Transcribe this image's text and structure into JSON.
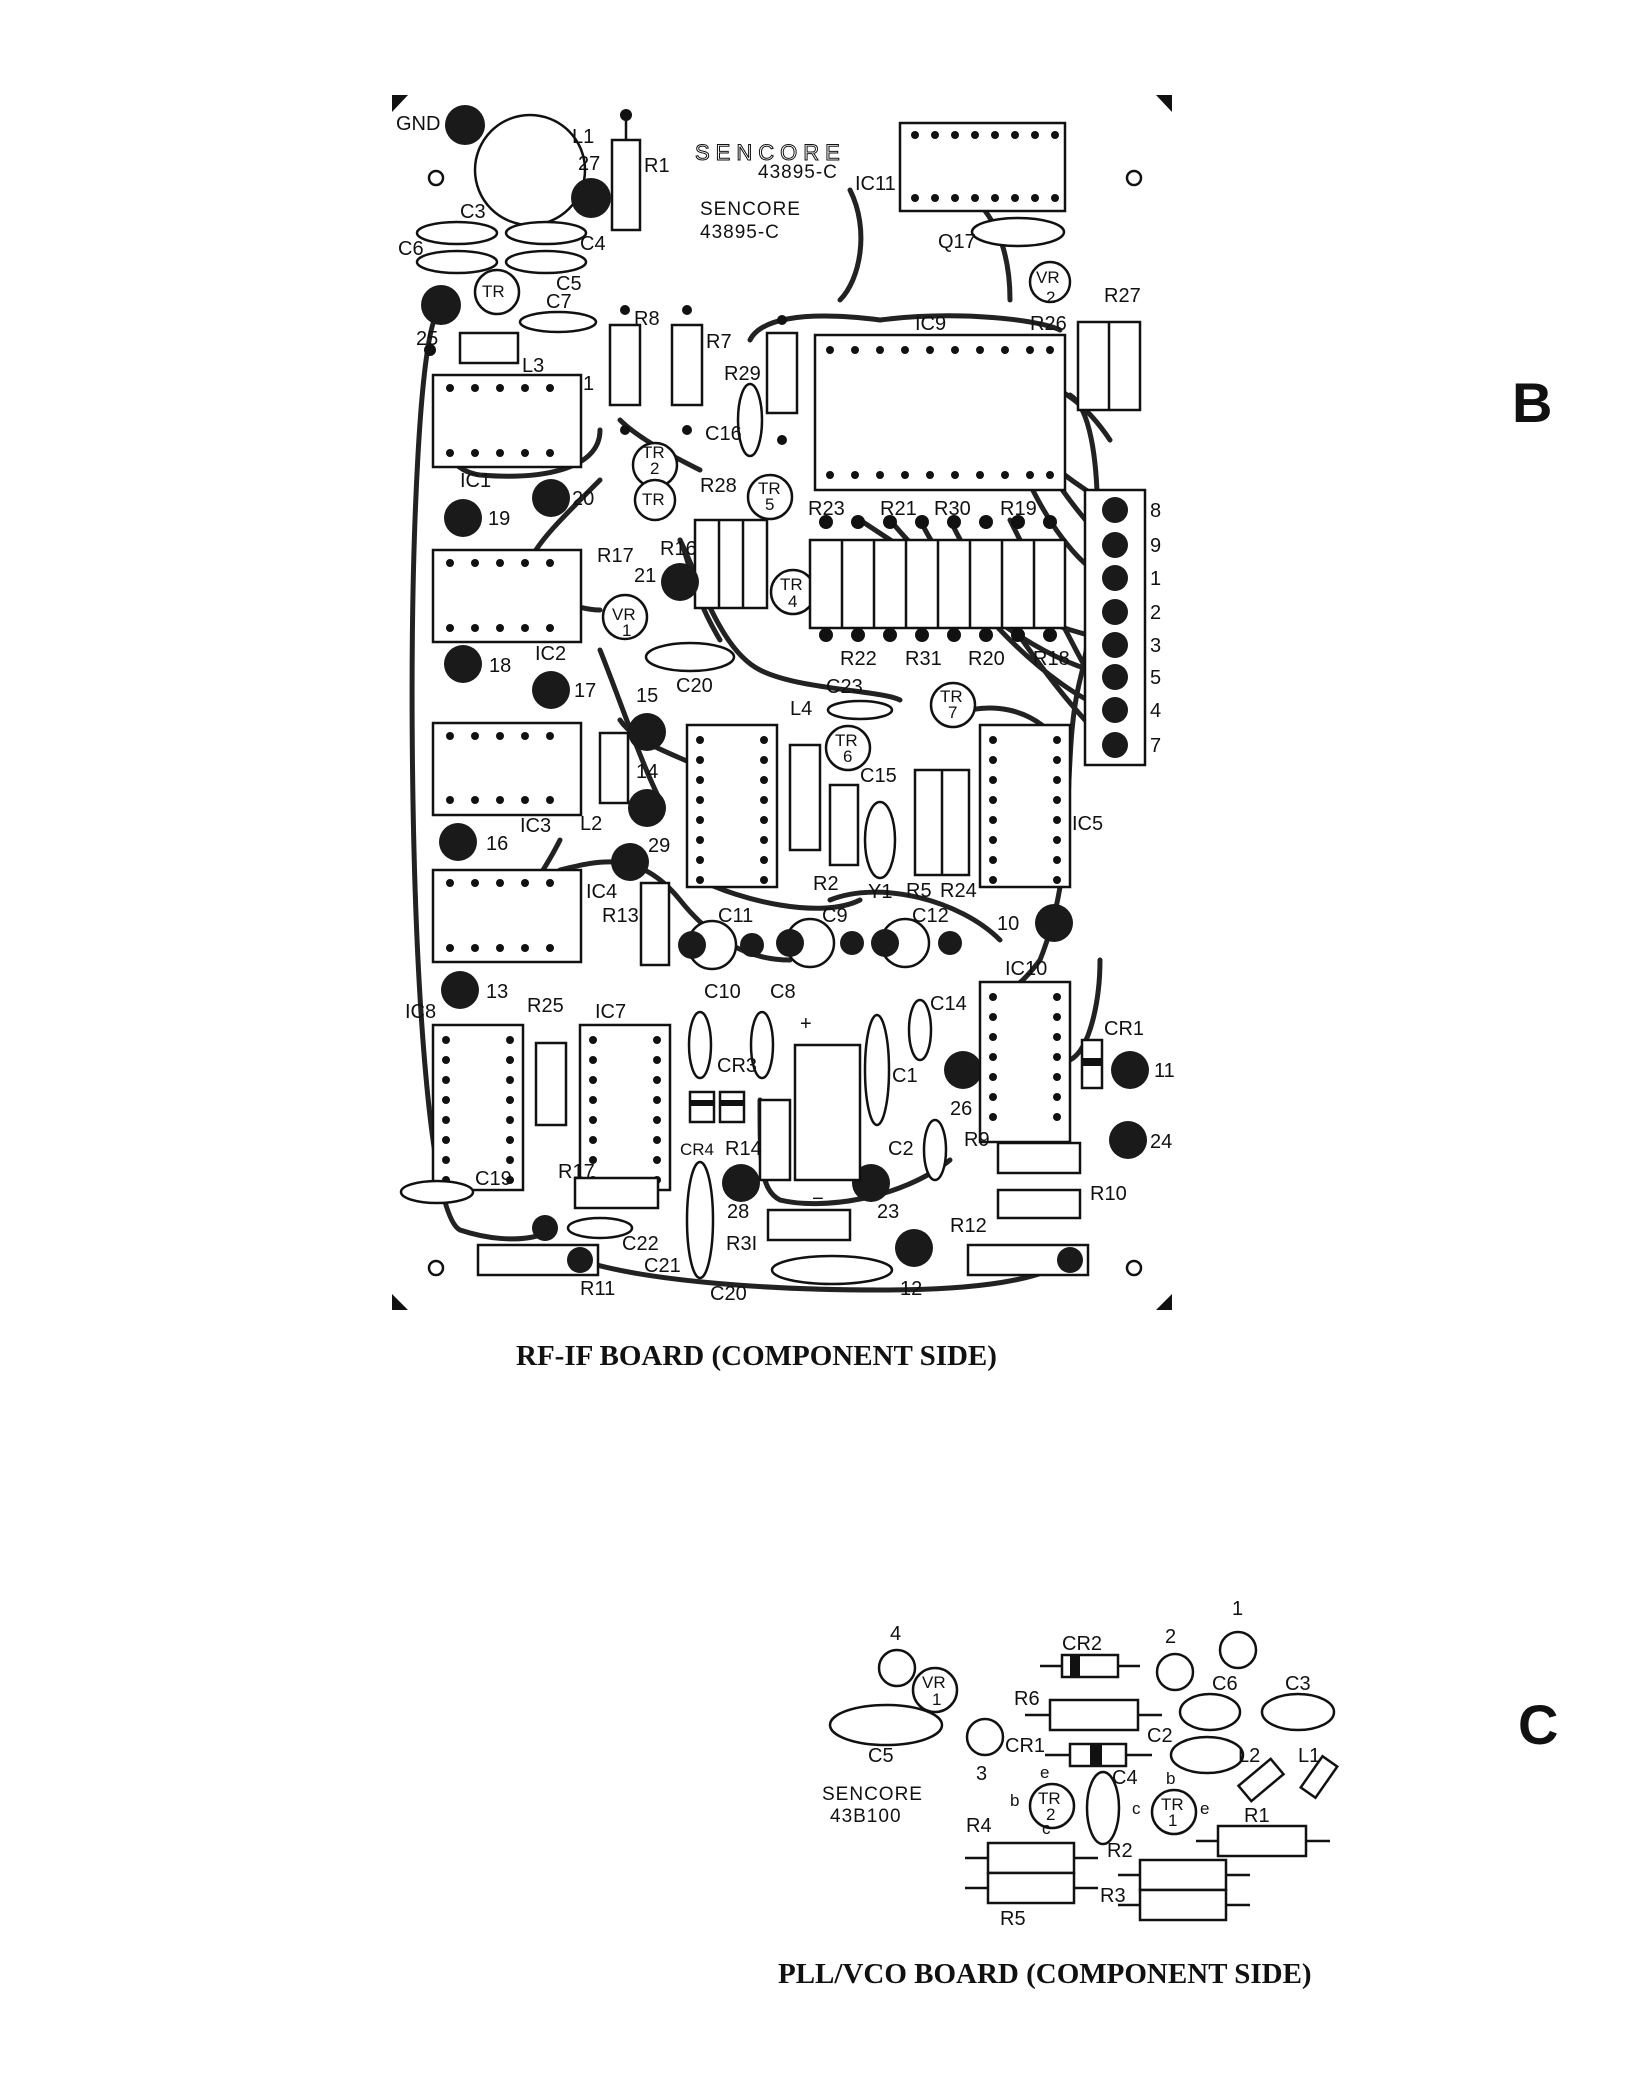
{
  "rf_board": {
    "brand_outline": "SENCORE",
    "brand_outline_num": "43895-C",
    "brand": "SENCORE",
    "brand_num": "43895-C",
    "caption": "RF-IF BOARD (COMPONENT SIDE)",
    "section": "B",
    "labels": {
      "gnd": "GND",
      "l1": "L1",
      "p27": "27",
      "r1": "R1",
      "c3": "C3",
      "c4": "C4",
      "c6": "C6",
      "c5": "C5",
      "tr_top": "TR",
      "c7": "C7",
      "p25": "25",
      "l3": "L3",
      "r8": "R8",
      "r7": "R7",
      "r29": "R29",
      "ic11": "IC11",
      "q17": "Q17",
      "vr2": "VR",
      "vr2n": "2",
      "r27": "R27",
      "ic9": "IC9",
      "r26": "R26",
      "ic1": "IC1",
      "c16": "C16",
      "tr2": "TR",
      "tr2n": "2",
      "tr3": "TR",
      "r28": "R28",
      "tr5": "TR",
      "tr5n": "5",
      "r23": "R23",
      "r21": "R21",
      "r30": "R30",
      "r19": "R19",
      "p19": "19",
      "p20": "20",
      "r17": "R17",
      "r16": "R16",
      "p21": "21",
      "tr4": "TR",
      "tr4n": "4",
      "vr1": "VR",
      "vr1n": "1",
      "ic2": "IC2",
      "p18": "18",
      "p17": "17",
      "r22": "R22",
      "r31": "R31",
      "r20": "R20",
      "r18": "R18",
      "c20": "C20",
      "c23": "C23",
      "l4": "L4",
      "tr7": "TR",
      "tr7n": "7",
      "tr6": "TR",
      "tr6n": "6",
      "p15": "15",
      "p14": "14",
      "l2": "L2",
      "ic3": "IC3",
      "c15": "C15",
      "ic5": "IC5",
      "p16": "16",
      "p29": "29",
      "ic4": "IC4",
      "r2": "R2",
      "y1": "Y1",
      "r5": "R5",
      "r24": "R24",
      "r13": "R13",
      "c11": "C11",
      "c9": "C9",
      "c12": "C12",
      "p10": "10",
      "p13": "13",
      "ic8": "IC8",
      "r25": "R25",
      "ic7": "IC7",
      "c10": "C10",
      "c8": "C8",
      "c14": "C14",
      "ic10": "IC10",
      "cr3": "CR3",
      "c1": "C1",
      "cr1": "CR1",
      "p11": "11",
      "p26": "26",
      "r9": "R9",
      "p24": "24",
      "c19": "C19",
      "c2": "C2",
      "cr4": "CR4",
      "r14": "R14",
      "p28": "28",
      "p23": "23",
      "r10": "R10",
      "r3i": "R3I",
      "c22": "C22",
      "c21": "C21",
      "r12": "R12",
      "c20b": "C20",
      "p12": "12",
      "r11": "R11",
      "r17b": "R17",
      "plus": "+",
      "minus": "−",
      "pin1": "1",
      "conn8": "8",
      "conn9": "9",
      "conn1": "1",
      "conn2": "2",
      "conn3": "3",
      "conn5": "5",
      "conn4": "4",
      "conn7": "7"
    }
  },
  "pll_board": {
    "brand": "SENCORE",
    "brand_num": "43B100",
    "caption": "PLL/VCO BOARD (COMPONENT SIDE)",
    "section": "C",
    "labels": {
      "p4": "4",
      "vr": "VR",
      "vrn": "1",
      "cr2": "CR2",
      "p2": "2",
      "p1": "1",
      "r6": "R6",
      "c6": "C6",
      "c3": "C3",
      "c5": "C5",
      "p3": "3",
      "cr1": "CR1",
      "c2": "C2",
      "l2": "L2",
      "l1": "L1",
      "c4": "C4",
      "tr2": "TR",
      "tr2n": "2",
      "tr1": "TR",
      "tr1n": "1",
      "e1": "e",
      "b1": "b",
      "c1": "c",
      "b2": "b",
      "c2p": "c",
      "e2": "e",
      "r4": "R4",
      "r1": "R1",
      "r2": "R2",
      "r3": "R3",
      "r5": "R5"
    }
  }
}
